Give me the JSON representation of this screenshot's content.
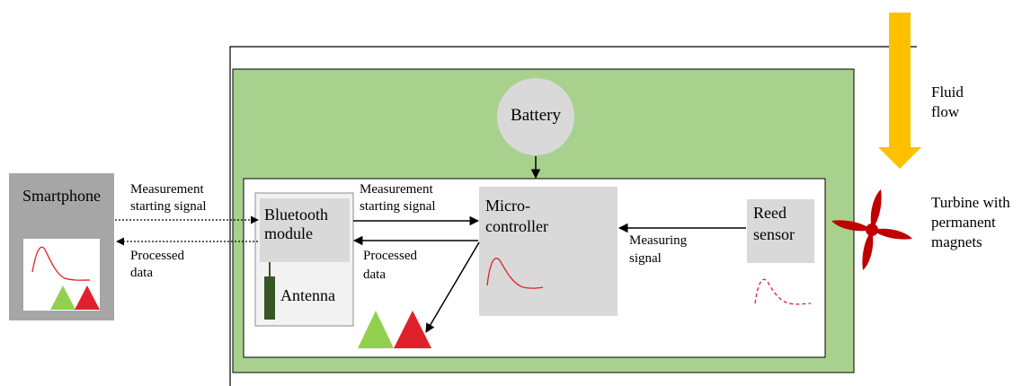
{
  "colors": {
    "enclosure_green": "#a9d18e",
    "box_gray": "#d9d9d9",
    "phone_gray": "#a6a6a6",
    "flow_arrow": "#ffc000",
    "turbine_red": "#c00000",
    "triangle_green": "#92d050",
    "triangle_red": "#e0212b",
    "antenna_green": "#375623"
  },
  "smartphone": {
    "label": "Smartphone"
  },
  "battery": {
    "label": "Battery"
  },
  "bluetooth": {
    "label_line1": "Bluetooth",
    "label_line2": "module",
    "antenna_label": "Antenna"
  },
  "microcontroller": {
    "label_line1": "Micro-",
    "label_line2": "controller"
  },
  "reed_sensor": {
    "label_line1": "Reed",
    "label_line2": "sensor"
  },
  "signals": {
    "phone_to_bt_line1": "Measurement",
    "phone_to_bt_line2": "starting signal",
    "bt_to_phone_line1": "Processed",
    "bt_to_phone_line2": "data",
    "bt_to_mc_line1": "Measurement",
    "bt_to_mc_line2": "starting signal",
    "mc_to_bt_line1": "Processed",
    "mc_to_bt_line2": "data",
    "sensor_to_mc_line1": "Measuring",
    "sensor_to_mc_line2": "signal"
  },
  "fluid_flow": {
    "line1": "Fluid",
    "line2": "flow"
  },
  "turbine": {
    "line1": "Turbine with",
    "line2": "permanent",
    "line3": "magnets"
  },
  "icons": [
    "arrow-icon",
    "turbine-icon",
    "triangle-icon",
    "signal-curve-icon",
    "antenna-icon"
  ]
}
